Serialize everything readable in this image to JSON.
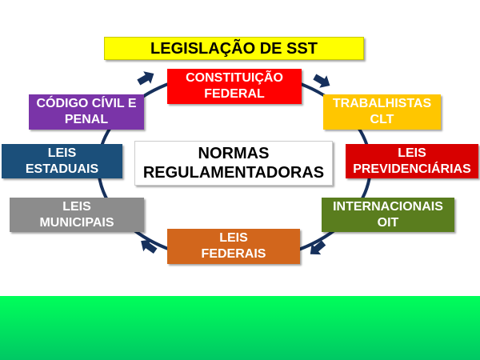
{
  "title": "LEGISLAÇÃO DE SST",
  "center": {
    "line1": "NORMAS",
    "line2": "REGULAMENTADORAS"
  },
  "items": [
    {
      "line1": "CONSTITUIÇÃO",
      "line2": "FEDERAL",
      "color": "#ff0000"
    },
    {
      "line1": "TRABALHISTAS",
      "line2": "CLT",
      "color": "#ffc600"
    },
    {
      "line1": "LEIS",
      "line2": "PREVIDENCIÁRIAS",
      "color": "#d80000"
    },
    {
      "line1": "INTERNACIONAIS",
      "line2": "OIT",
      "color": "#5a7d1e"
    },
    {
      "line1": "LEIS",
      "line2": "FEDERAIS",
      "color": "#d2661c"
    },
    {
      "line1": "LEIS",
      "line2": "MUNICIPAIS",
      "color": "#8c8c8c"
    },
    {
      "line1": "LEIS",
      "line2": "ESTADUAIS",
      "color": "#1b4f7a"
    },
    {
      "line1": "CÓDIGO CÍVIL E",
      "line2": "PENAL",
      "color": "#7a34a8"
    }
  ],
  "ring_color": "#16305c"
}
